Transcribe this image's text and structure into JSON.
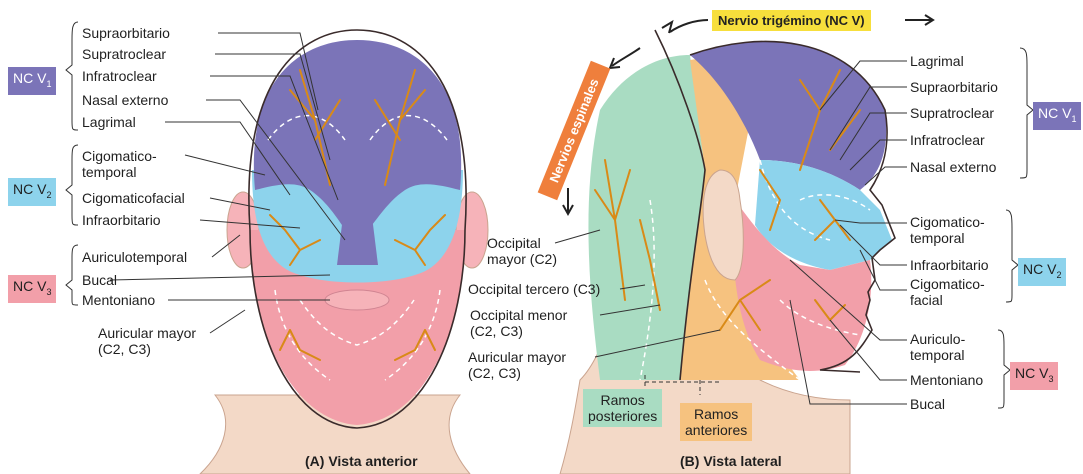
{
  "colors": {
    "v1": "#7b74b8",
    "v2": "#8dd3ec",
    "v3": "#f29fa9",
    "spinal_green": "#a9dcc2",
    "spinal_orange": "#f6c27f",
    "nerve": "#d98a17",
    "skin": "#f3d9c7",
    "title_yellow": "#f7df3c",
    "spinal_label_orange": "#ef7f3c"
  },
  "title_trigeminal": "Nervio trigémino (NC V)",
  "title_spinal": "Nervios espinales",
  "anterior": {
    "caption": "(A) Vista anterior",
    "v1_group": {
      "badge": "NC V",
      "sub": "1",
      "items": [
        "Supraorbitario",
        "Supratroclear",
        "Infratroclear",
        "Nasal externo",
        "Lagrimal"
      ]
    },
    "v2_group": {
      "badge": "NC V",
      "sub": "2",
      "items": [
        "Cigomatico-\ntemporal",
        "Cigomaticofacial",
        "Infraorbitario"
      ]
    },
    "v3_group": {
      "badge": "NC V",
      "sub": "3",
      "items": [
        "Auriculotemporal",
        "Bucal",
        "Mentoniano"
      ]
    },
    "auricular": "Auricular mayor\n(C2, C3)"
  },
  "lateral": {
    "caption": "(B) Vista lateral",
    "v1_group": {
      "badge": "NC V",
      "sub": "1",
      "items": [
        "Lagrimal",
        "Supraorbitario",
        "Supratroclear",
        "Infratroclear",
        "Nasal externo"
      ]
    },
    "v2_group": {
      "badge": "NC V",
      "sub": "2",
      "items": [
        "Cigomatico-\ntemporal",
        "Infraorbitario",
        "Cigomatico-\nfacial"
      ]
    },
    "v3_group": {
      "badge": "NC V",
      "sub": "3",
      "items": [
        "Auriculo-\ntemporal",
        "Mentoniano",
        "Bucal"
      ]
    },
    "spinal_items": [
      "Occipital\nmayor (C2)",
      "Occipital tercero (C3)",
      "Occipital menor\n(C2, C3)",
      "Auricular mayor\n(C2, C3)"
    ],
    "ramos_posteriores": "Ramos\nposteriores",
    "ramos_anteriores": "Ramos\nanteriores"
  }
}
